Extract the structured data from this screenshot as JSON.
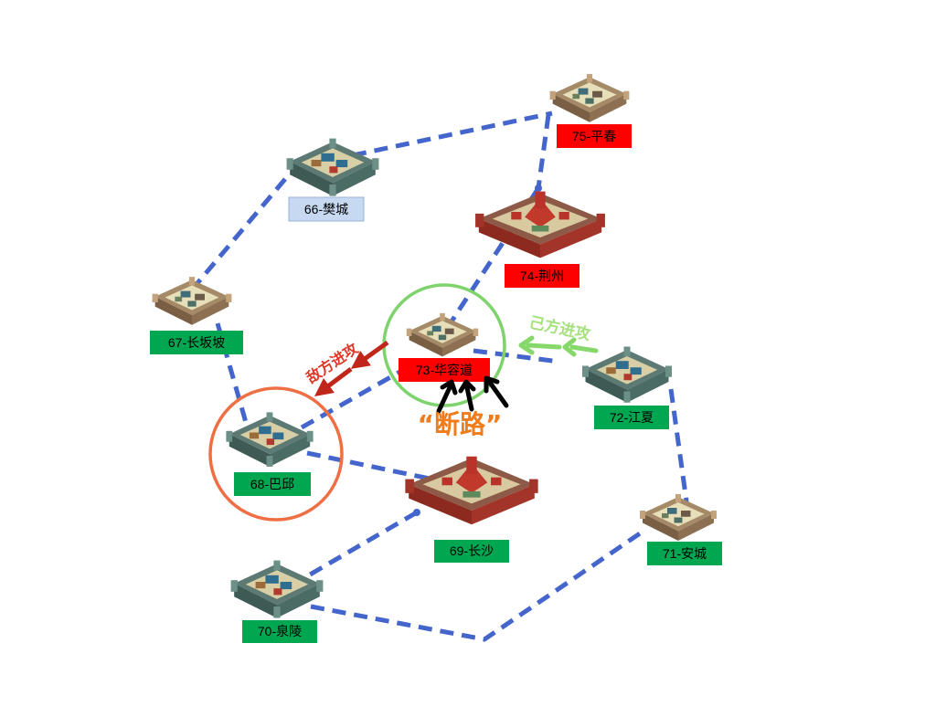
{
  "colors": {
    "route": "#4466cc",
    "own": "#00a650",
    "enemy": "#ff0000",
    "neutral": "#c6d9f1",
    "enemy_attack": "#c0261a",
    "own_attack": "#86d86a",
    "target_ring": "#7ed36c",
    "enemy_ring": "#ef6f45",
    "cut_note": "#f07c1c"
  },
  "cities": [
    {
      "id": "66",
      "label": "66-樊城",
      "status": "neutral",
      "castle": "stone"
    },
    {
      "id": "67",
      "label": "67-长坂坡",
      "status": "own",
      "castle": "wood"
    },
    {
      "id": "68",
      "label": "68-巴邱",
      "status": "own",
      "castle": "stone"
    },
    {
      "id": "69",
      "label": "69-长沙",
      "status": "own",
      "castle": "red"
    },
    {
      "id": "70",
      "label": "70-泉陵",
      "status": "own",
      "castle": "stone"
    },
    {
      "id": "71",
      "label": "71-安城",
      "status": "own",
      "castle": "wood"
    },
    {
      "id": "72",
      "label": "72-江夏",
      "status": "own",
      "castle": "stone"
    },
    {
      "id": "73",
      "label": "73-华容道",
      "status": "enemy",
      "castle": "wood"
    },
    {
      "id": "74",
      "label": "74-荆州",
      "status": "enemy",
      "castle": "red"
    },
    {
      "id": "75",
      "label": "75-平春",
      "status": "enemy",
      "castle": "wood"
    }
  ],
  "routes": [
    [
      "66",
      "75"
    ],
    [
      "66",
      "67"
    ],
    [
      "75",
      "74"
    ],
    [
      "74",
      "73"
    ],
    [
      "67",
      "68"
    ],
    [
      "68",
      "73"
    ],
    [
      "68",
      "69"
    ],
    [
      "73",
      "72"
    ],
    [
      "72",
      "71"
    ],
    [
      "69",
      "70"
    ],
    [
      "70",
      "71"
    ]
  ],
  "annotations": {
    "enemy_attack": "敌方进攻",
    "own_attack": "己方进攻",
    "cut_road": "“断路”"
  }
}
